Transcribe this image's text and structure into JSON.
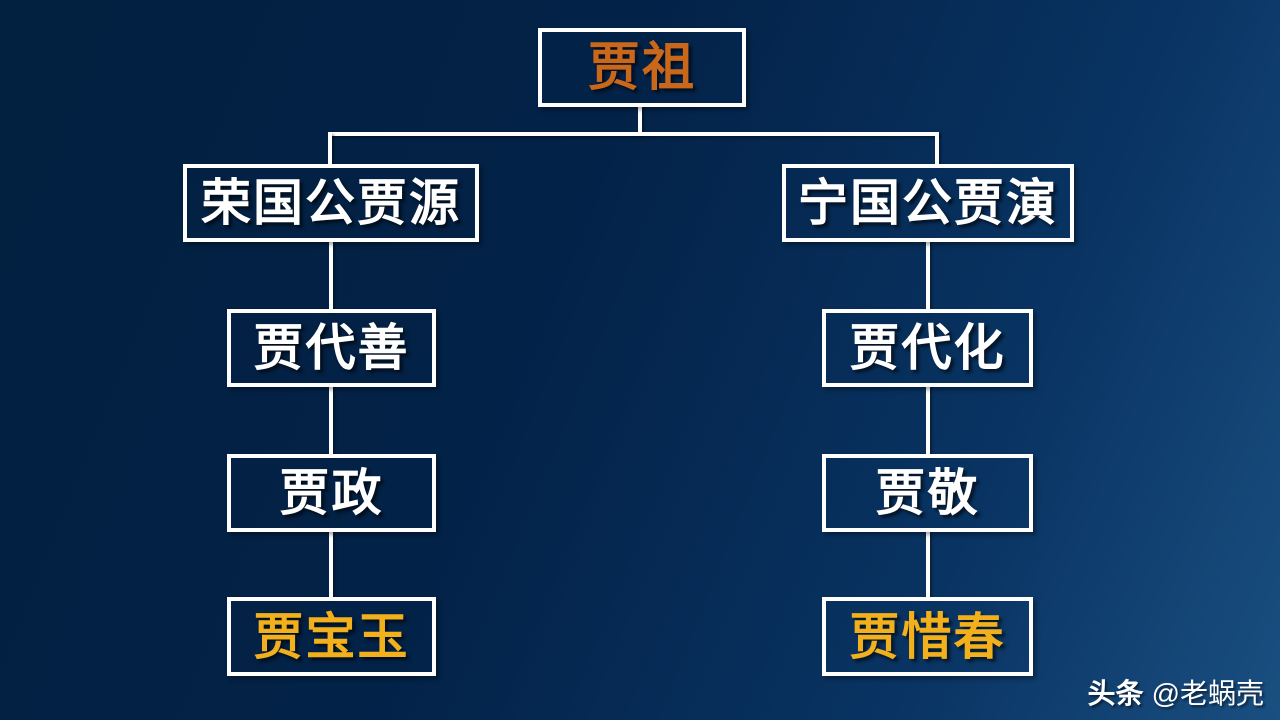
{
  "colors": {
    "background_dark": "#02203F",
    "background_light": "#1A4F81",
    "box_border": "#FFFFFF",
    "connector": "#FFFFFF",
    "text_white": "#FFFFFF",
    "text_orange": "#C9671B",
    "text_gold": "#F2B01C"
  },
  "tree": {
    "ancestor": {
      "label": "贾祖",
      "emphasis": "orange"
    },
    "rong_branch": {
      "nodes": [
        {
          "label": "荣国公贾源",
          "emphasis": "white"
        },
        {
          "label": "贾代善",
          "emphasis": "white"
        },
        {
          "label": "贾政",
          "emphasis": "white"
        },
        {
          "label": "贾宝玉",
          "emphasis": "gold"
        }
      ]
    },
    "ning_branch": {
      "nodes": [
        {
          "label": "宁国公贾演",
          "emphasis": "white"
        },
        {
          "label": "贾代化",
          "emphasis": "white"
        },
        {
          "label": "贾敬",
          "emphasis": "white"
        },
        {
          "label": "贾惜春",
          "emphasis": "gold"
        }
      ]
    }
  },
  "watermark": {
    "platform": "头条",
    "handle": "@老蜗壳"
  }
}
